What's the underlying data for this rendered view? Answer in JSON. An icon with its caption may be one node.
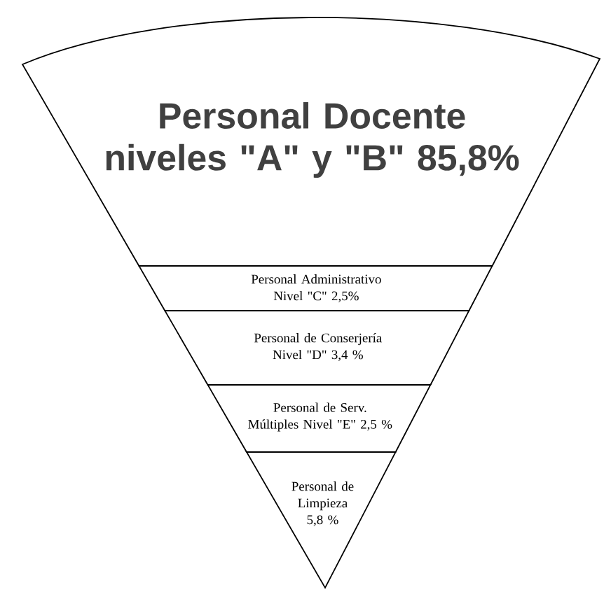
{
  "diagram": {
    "nodes": [
      {
        "text": [
          "Personal Docente niveles \"A\" y \"B\" 85,8%"
        ]
      },
      {
        "text": [
          "Personal Administrativo Nivel \"C\" 2,5%"
        ]
      },
      {
        "text": [
          "Personal de Conserjería Nivel \"D\" 3,4 %"
        ]
      },
      {
        "text": [
          "Personal de Serv. Múltiples Nivel \"E\" 2,5 %"
        ]
      },
      {
        "text": [
          "Personal de Limpieza 5,8 %"
        ]
      }
    ]
  }
}
